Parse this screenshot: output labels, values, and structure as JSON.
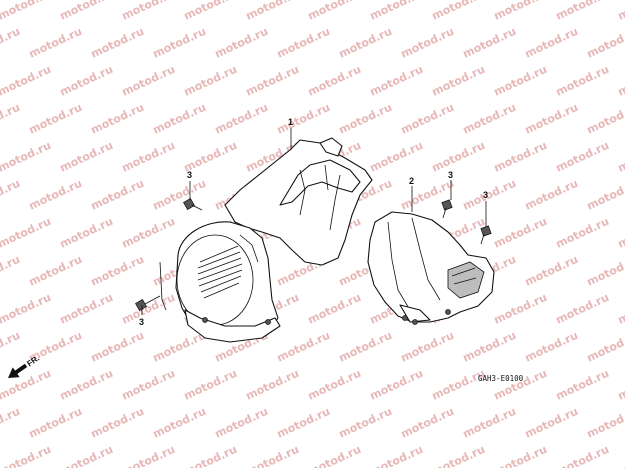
{
  "watermark": "motod.ru",
  "callouts": {
    "p1": "1",
    "p2": "2",
    "p3a": "3",
    "p3b": "3",
    "p3c": "3",
    "p3d": "3"
  },
  "direction_label": "FR.",
  "diagram_code": "GAH3-E0100"
}
